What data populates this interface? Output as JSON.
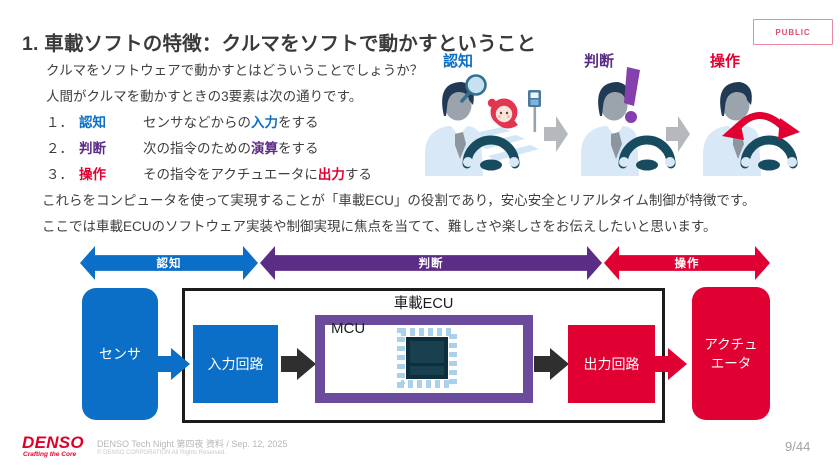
{
  "slide": {
    "title": "1. 車載ソフトの特徴：クルマをソフトで動かすということ",
    "badge": "PUBLIC"
  },
  "colors": {
    "blue": "#0b6fc7",
    "purple": "#5c2d86",
    "mcu_purple": "#6a4b9c",
    "red": "#e00031",
    "denso_red": "#df0029"
  },
  "intro": {
    "line1": "クルマをソフトウェアで動かすとはどういうことでしょうか？",
    "line2": "人間がクルマを動かすときの3要素は次の通りです。",
    "items": [
      {
        "num": "１．",
        "keyword": "認知",
        "desc_pre": "センサなどからの",
        "desc_em": "入力",
        "desc_post": "をする"
      },
      {
        "num": "２．",
        "keyword": "判断",
        "desc_pre": "次の指令のための",
        "desc_em": "演算",
        "desc_post": "をする"
      },
      {
        "num": "３．",
        "keyword": "操作",
        "desc_pre": "その指令をアクチュエータに",
        "desc_em": "出力",
        "desc_post": "する"
      }
    ],
    "para1": "これらをコンピュータを使って実現することが「車載ECU」の役割であり，安心安全とリアルタイム制御が特徴です。",
    "para2": "ここでは車載ECUのソフトウェア実装や制御実現に焦点を当てて、難しさや楽しさをお伝えしたいと思います。"
  },
  "illustration": {
    "steps": [
      {
        "label": "認知"
      },
      {
        "label": "判断"
      },
      {
        "label": "操作"
      }
    ]
  },
  "flow": {
    "arrows": [
      {
        "label": "認知"
      },
      {
        "label": "判断"
      },
      {
        "label": "操作"
      }
    ]
  },
  "diagram": {
    "ecu_label": "車載ECU",
    "mcu_label": "MCU",
    "sensor": "センサ",
    "input": "入力回路",
    "output": "出力回路",
    "actuator": "アクチュ\nエータ"
  },
  "footer": {
    "logo": "DENSO",
    "tagline": "Crafting the Core",
    "doc_info": "DENSO Tech Night 第四夜 資料 / Sep. 12, 2025",
    "copyright": "© DENSO CORPORATION All Rights Reserved.",
    "page": "9/44"
  }
}
